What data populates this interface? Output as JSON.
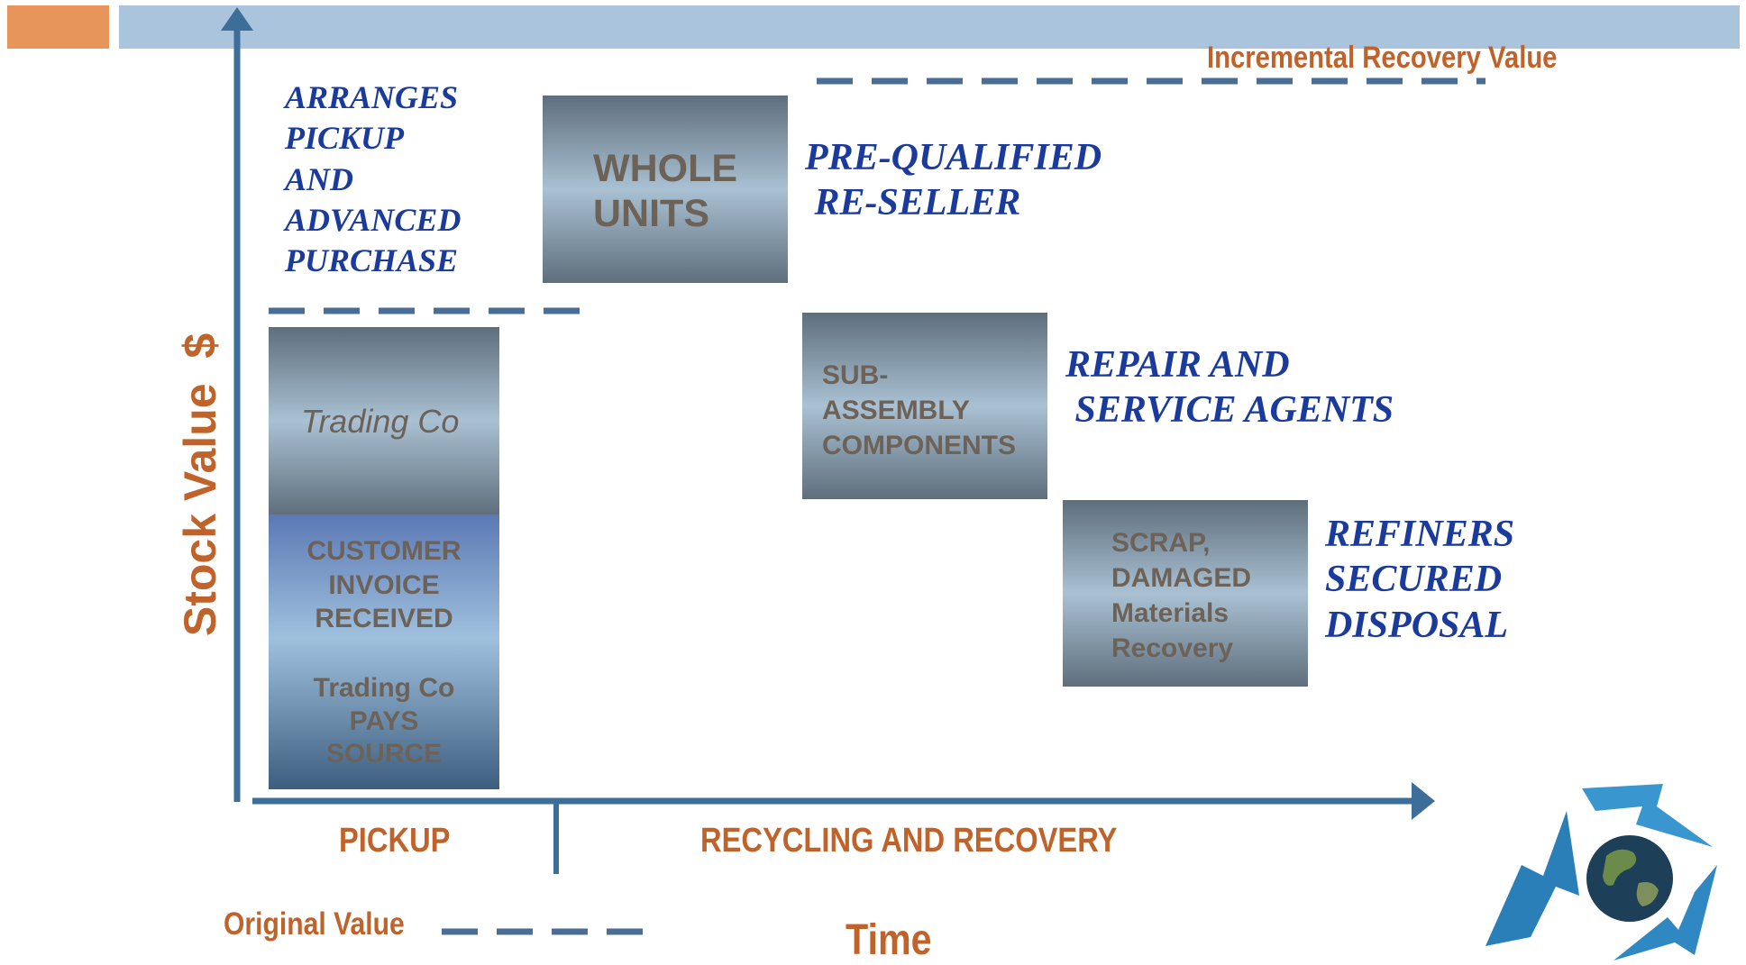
{
  "header": {
    "incremental_label": "Incremental Recovery Value"
  },
  "left_text": {
    "lines": "ARRANGES\nPICKUP\nAND\nADVANCED\nPURCHASE"
  },
  "boxes": {
    "whole_units": "WHOLE\nUNITS",
    "trading_co_top": "Trading Co",
    "customer_invoice": "CUSTOMER\nINVOICE\nRECEIVED",
    "trading_co_pays": "Trading Co\nPAYS\nSOURCE",
    "sub_assembly": "SUB-\nASSEMBLY\nCOMPONENTS",
    "scrap": "SCRAP,\nDAMAGED\nMaterials\nRecovery"
  },
  "side_labels": {
    "prequalified": "PRE-QUALIFIED\n RE-SELLER",
    "repair": "REPAIR AND\n SERVICE AGENTS",
    "refiners": "REFINERS\nSECURED\nDISPOSAL"
  },
  "axes": {
    "y_label": "Stock Value  $",
    "x_label": "Time",
    "pickup": "PICKUP",
    "recycling": "RECYCLING AND RECOVERY",
    "original_value": "Original Value"
  },
  "colors": {
    "orange": "#c0632b",
    "navy_text": "#1a3a9c",
    "axis": "#3d6d99",
    "dash": "#4a6d96"
  },
  "icons": {
    "logo": "recycle-globe-icon"
  }
}
